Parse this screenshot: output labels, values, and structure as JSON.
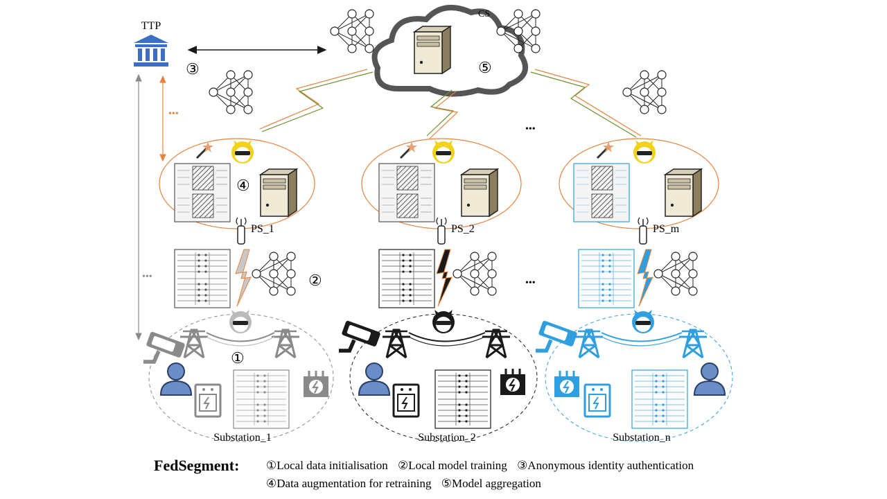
{
  "labels": {
    "ttp": "TTP",
    "cs": "CS",
    "ps1": "PS_1",
    "ps2": "PS_2",
    "psm": "PS_m",
    "sub1": "Substation_1",
    "sub2": "Substation_2",
    "subn": "Substation_n",
    "step1": "①",
    "step2": "②",
    "step3": "③",
    "step4": "④",
    "step5": "⑤",
    "ellipsis": "•••"
  },
  "legend": {
    "title": "FedSegment:",
    "items_line1": [
      "①Local data initialisation",
      "②Local model training",
      "③Anonymous identity authentication"
    ],
    "items_line2": [
      "④Data augmentation for retraining",
      "⑤Model aggregation"
    ]
  },
  "colors": {
    "orange": "#e8823a",
    "olive": "#6f8f2e",
    "gray": "#8a8a8a",
    "black": "#1a1a1a",
    "blue": "#2f9fe0",
    "ttp_blue": "#3a6fc4",
    "yellow": "#f2d21a"
  },
  "icons": [
    "bank-icon",
    "cloud-icon",
    "server-icon",
    "neural-network-icon",
    "substation-tower-icon",
    "camera-icon",
    "user-icon",
    "meter-icon",
    "transformer-icon",
    "antenna-icon",
    "attacker-icon",
    "wand-icon"
  ]
}
